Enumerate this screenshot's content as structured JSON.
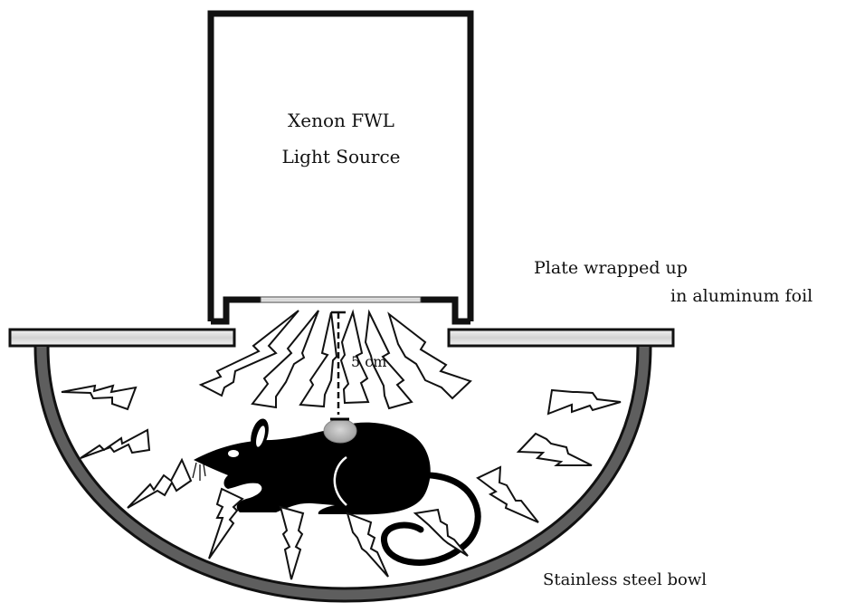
{
  "diagram": {
    "title": "Xenon FWL light exposure setup",
    "labels": {
      "light_source_line1": "Xenon FWL",
      "light_source_line2": "Light Source",
      "plate_line1": "Plate wrapped up",
      "plate_line2": "in aluminum foil",
      "distance": "5 cm",
      "bowl": "Stainless steel bowl"
    },
    "components": [
      {
        "id": "light-source",
        "name": "Xenon FWL Light Source"
      },
      {
        "id": "aluminum-plate",
        "name": "Plate wrapped up in aluminum foil"
      },
      {
        "id": "bowl",
        "name": "Stainless steel bowl"
      },
      {
        "id": "rat",
        "name": "Rat with head-mounted target"
      },
      {
        "id": "light-bolts",
        "name": "Light rays (lightning bolts)"
      }
    ],
    "colors": {
      "outline": "#111111",
      "bowl_fill": "#5e5e5e",
      "plate_fill": "#dcdcdc",
      "background": "#ffffff",
      "target_fill": "#b8b8b8"
    }
  }
}
